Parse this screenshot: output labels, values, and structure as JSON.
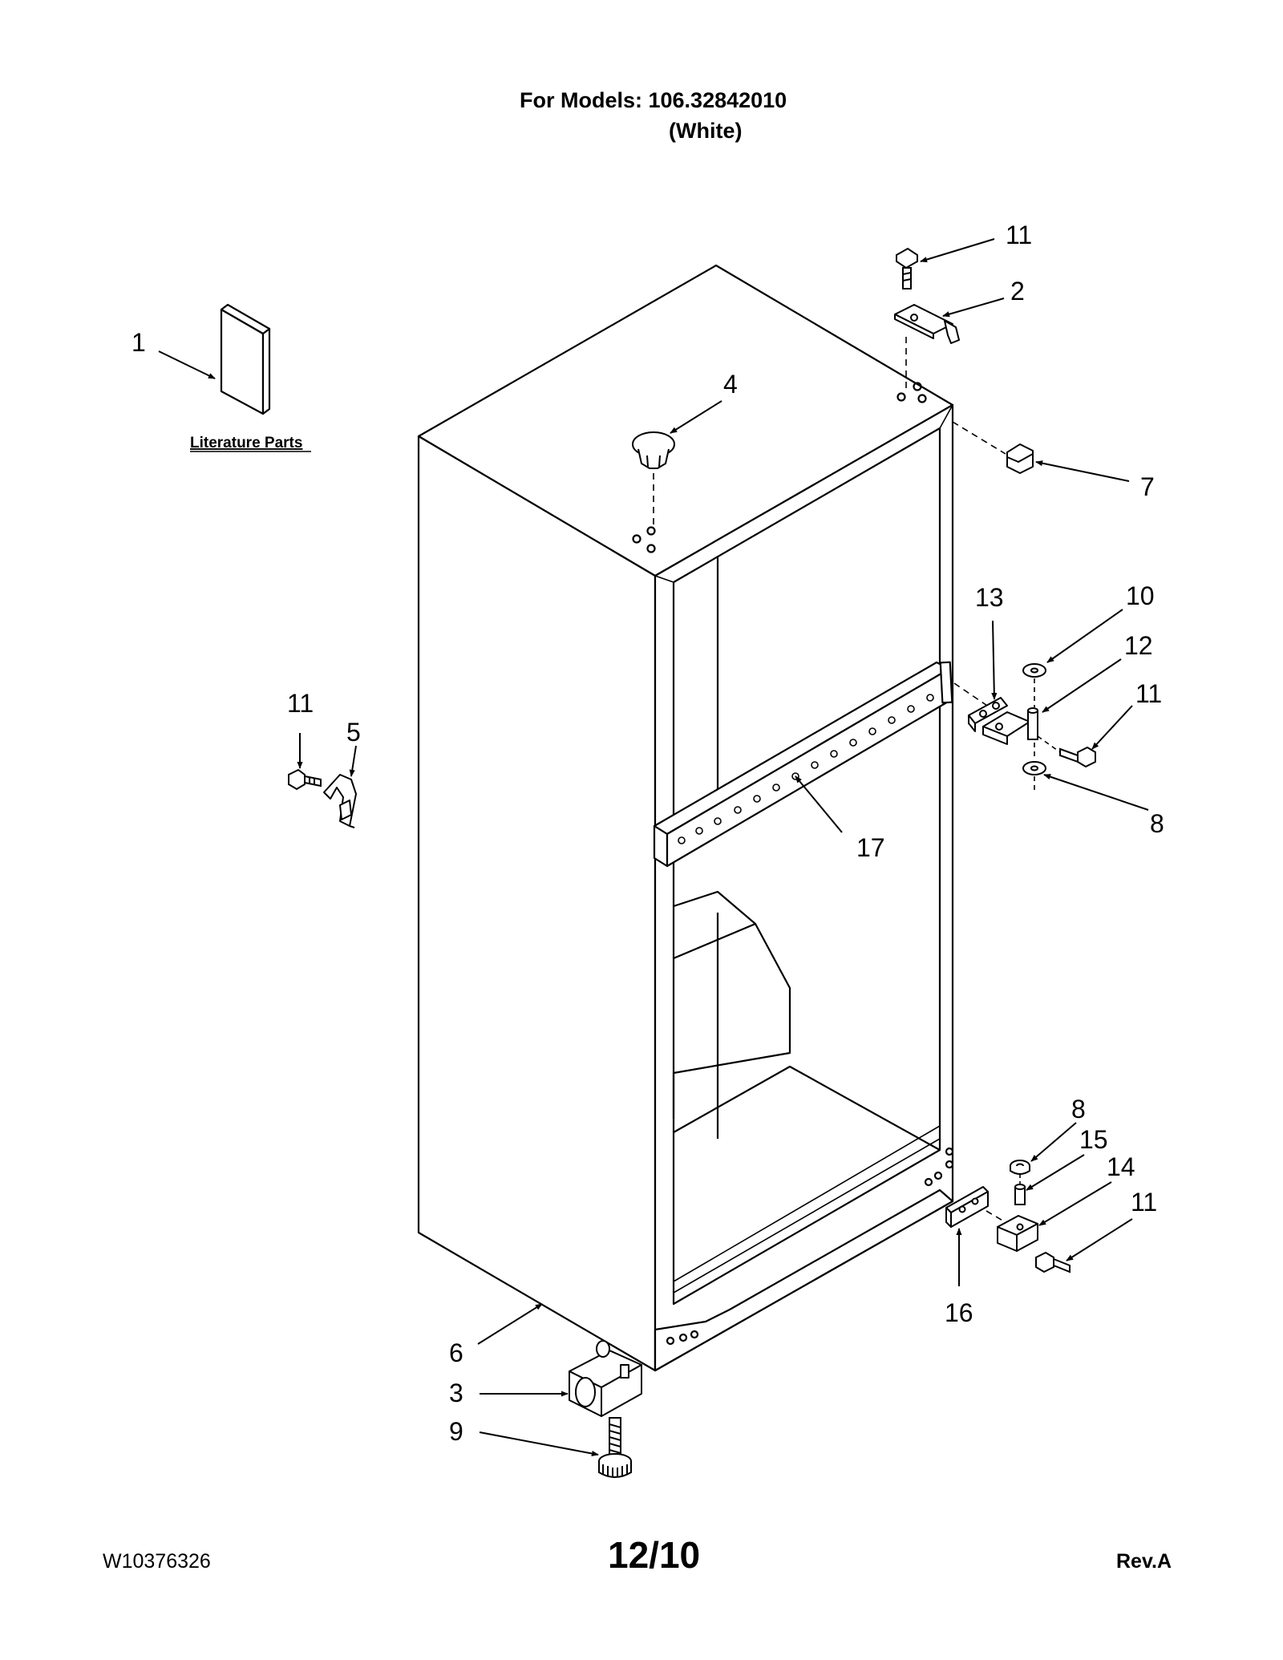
{
  "header": {
    "models_line": "For Models: 106.32842010",
    "color_line": "(White)"
  },
  "literature": {
    "label": "Literature Parts"
  },
  "callouts": [
    {
      "id": "callout-1",
      "number": "1",
      "part": "literature-parts"
    },
    {
      "id": "callout-2",
      "number": "2",
      "part": "top-hinge"
    },
    {
      "id": "callout-3",
      "number": "3",
      "part": "roller-bracket"
    },
    {
      "id": "callout-4",
      "number": "4",
      "part": "top-plug"
    },
    {
      "id": "callout-5",
      "number": "5",
      "part": "clip"
    },
    {
      "id": "callout-6",
      "number": "6",
      "part": "cabinet"
    },
    {
      "id": "callout-7",
      "number": "7",
      "part": "hinge-cover"
    },
    {
      "id": "callout-8a",
      "number": "8",
      "part": "washer"
    },
    {
      "id": "callout-8b",
      "number": "8",
      "part": "washer"
    },
    {
      "id": "callout-9",
      "number": "9",
      "part": "leveling-leg"
    },
    {
      "id": "callout-10",
      "number": "10",
      "part": "washer"
    },
    {
      "id": "callout-11a",
      "number": "11",
      "part": "screw"
    },
    {
      "id": "callout-11b",
      "number": "11",
      "part": "screw"
    },
    {
      "id": "callout-11c",
      "number": "11",
      "part": "screw"
    },
    {
      "id": "callout-11d",
      "number": "11",
      "part": "screw"
    },
    {
      "id": "callout-12",
      "number": "12",
      "part": "center-hinge-pin"
    },
    {
      "id": "callout-13",
      "number": "13",
      "part": "center-hinge"
    },
    {
      "id": "callout-14",
      "number": "14",
      "part": "bottom-hinge"
    },
    {
      "id": "callout-15",
      "number": "15",
      "part": "bottom-hinge-pin"
    },
    {
      "id": "callout-16",
      "number": "16",
      "part": "shim"
    },
    {
      "id": "callout-17",
      "number": "17",
      "part": "divider-rail"
    }
  ],
  "footer": {
    "doc_number": "W10376326",
    "date": "12/10",
    "revision": "Rev.A"
  }
}
